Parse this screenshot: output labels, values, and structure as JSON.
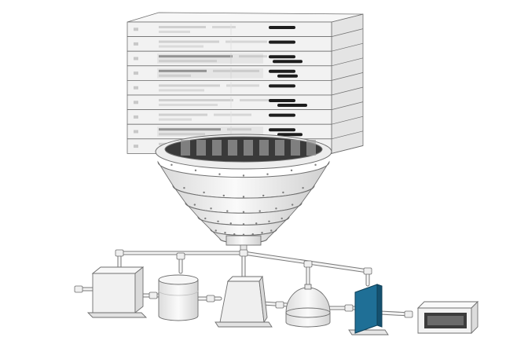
{
  "diagram": {
    "stack": {
      "layer_count": 9,
      "layers": [
        {
          "emphasized": false,
          "lines": 2,
          "bars": 1
        },
        {
          "emphasized": false,
          "lines": 2,
          "bars": 1
        },
        {
          "emphasized": true,
          "lines": 2,
          "bars": 2
        },
        {
          "emphasized": true,
          "lines": 2,
          "bars": 2
        },
        {
          "emphasized": false,
          "lines": 2,
          "bars": 1
        },
        {
          "emphasized": false,
          "lines": 2,
          "bars": 2
        },
        {
          "emphasized": false,
          "lines": 2,
          "bars": 1
        },
        {
          "emphasized": true,
          "lines": 2,
          "bars": 2
        },
        {
          "emphasized": false,
          "lines": 2,
          "bars": 1
        }
      ]
    },
    "funnel": {
      "tiers": 5
    },
    "pipeline": {
      "units": [
        {
          "kind": "cube"
        },
        {
          "kind": "cylinder"
        },
        {
          "kind": "trapezoid"
        },
        {
          "kind": "dome"
        },
        {
          "kind": "filter-panel"
        },
        {
          "kind": "output-box"
        }
      ]
    },
    "colors": {
      "line": "#6f6f6f",
      "surface": "#f2f2f2",
      "shade": "#d9d9d9",
      "dark_bar": "#1d1d1d",
      "filter": "#1f6f96"
    }
  }
}
